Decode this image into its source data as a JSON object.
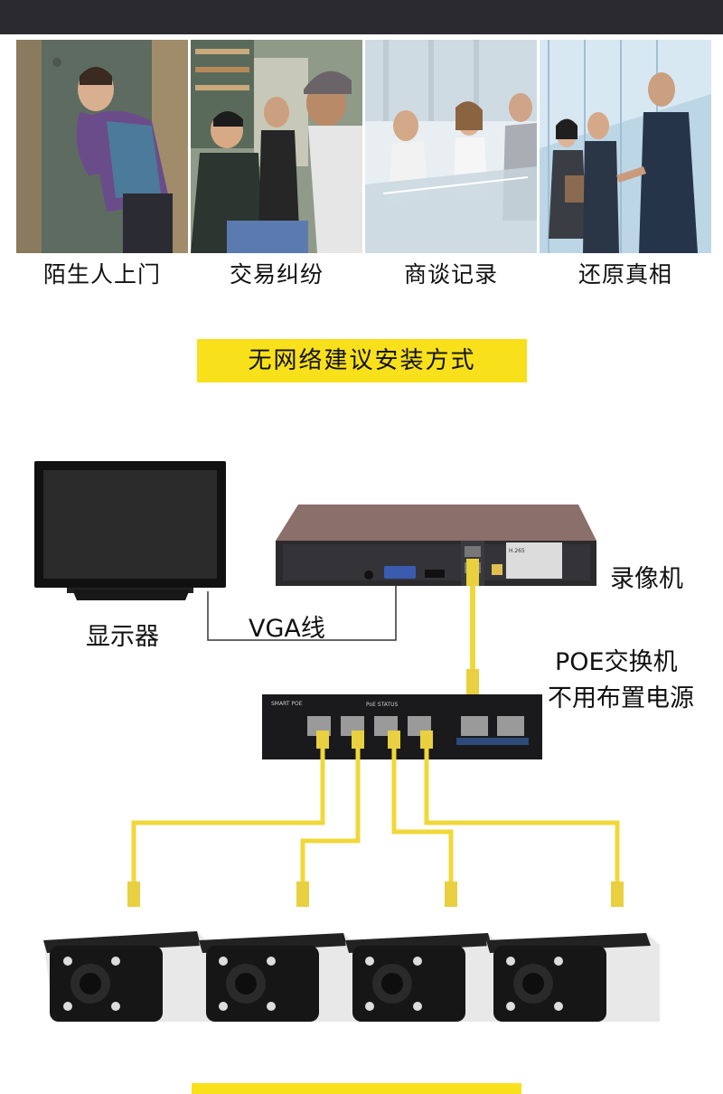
{
  "scenarios": [
    {
      "label": "陌生人上门",
      "icon": "stranger-at-door-photo"
    },
    {
      "label": "交易纠纷",
      "icon": "trade-dispute-photo"
    },
    {
      "label": "商谈记录",
      "icon": "business-meeting-photo"
    },
    {
      "label": "还原真相",
      "icon": "handshake-photo"
    }
  ],
  "banner": {
    "title": "无网络建议安装方式"
  },
  "diagram": {
    "monitor_label": "显示器",
    "cable_label": "VGA线",
    "nvr_label": "录像机",
    "nvr_screen_text": "H.265 ",
    "switch_label_line1": "POE交换机",
    "switch_label_line2": "不用布置电源",
    "switch_brand": "SMART POE",
    "switch_status": "PoE STATUS",
    "camera_count": 4
  },
  "colors": {
    "banner": "#f8e01a",
    "cable": "#f0d83a",
    "top_bar": "#2b2a2e"
  }
}
